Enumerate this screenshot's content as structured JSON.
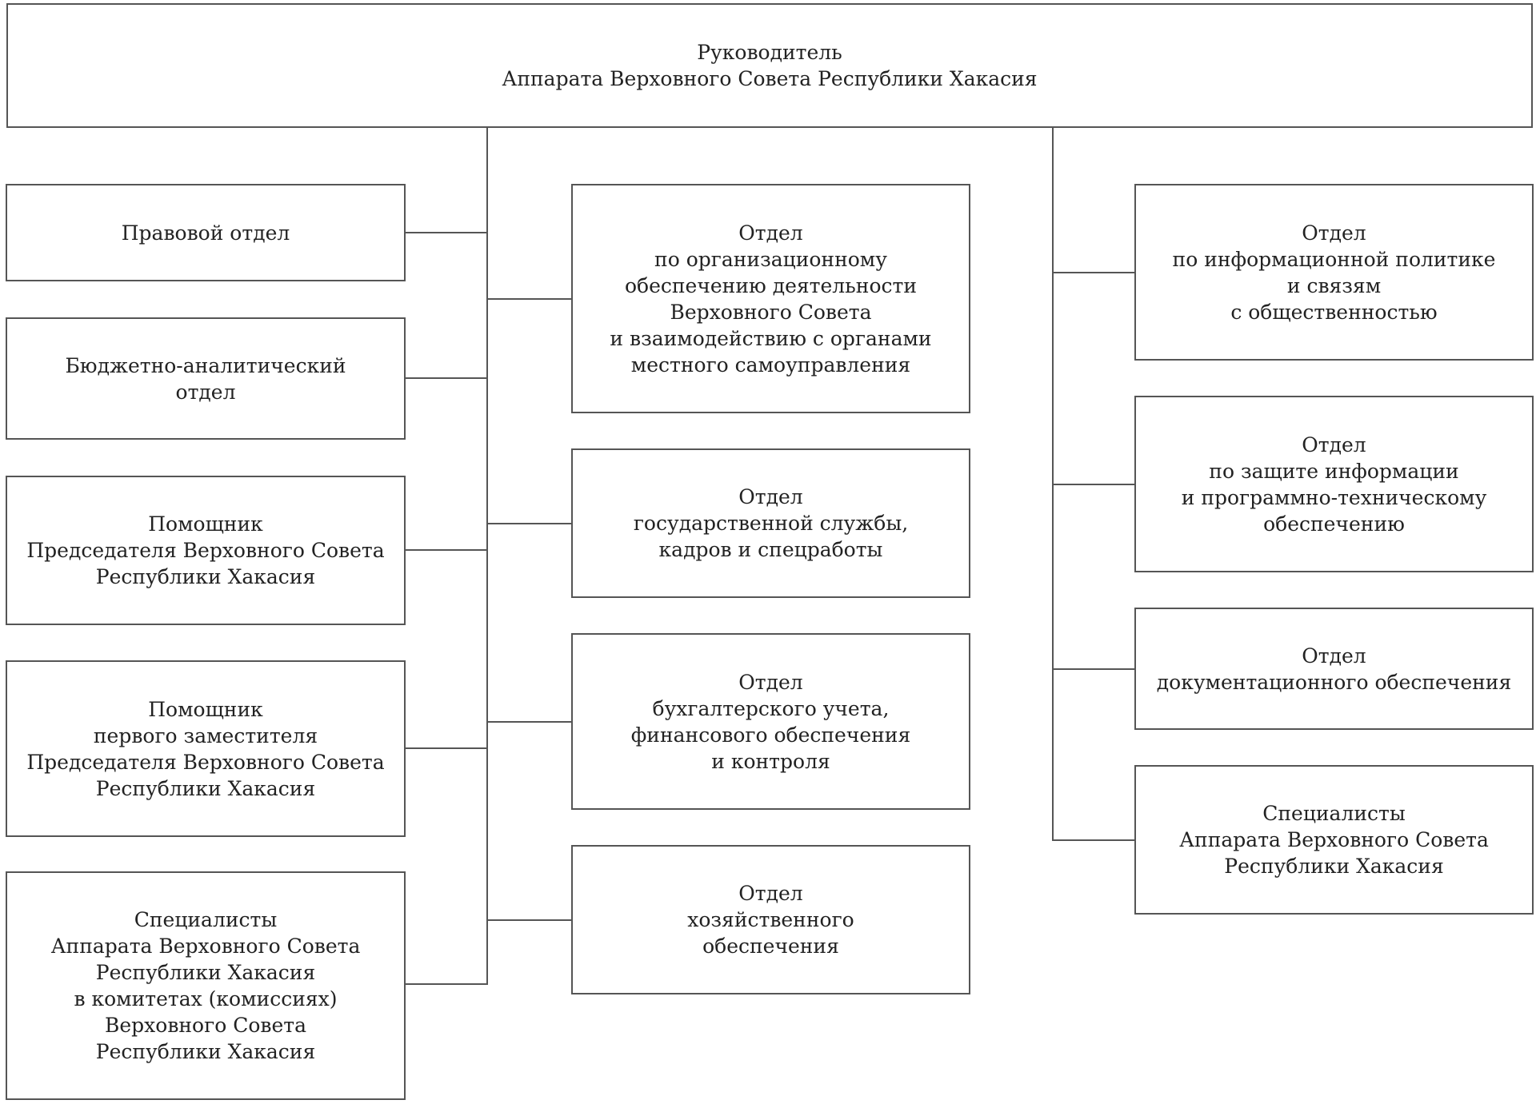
{
  "diagram": {
    "head": {
      "label": "Руководитель\nАппарата Верховного Совета Республики Хакасия"
    },
    "left_column": [
      {
        "label": "Правовой отдел"
      },
      {
        "label": "Бюджетно-аналитический\nотдел"
      },
      {
        "label": "Помощник\nПредседателя Верховного Совета\nРеспублики Хакасия"
      },
      {
        "label": "Помощник\nпервого заместителя\nПредседателя  Верховного Совета\nРеспублики Хакасия"
      },
      {
        "label": "Специалисты\nАппарата Верховного Совета\nРеспублики Хакасия\nв комитетах (комиссиях)\nВерховного Совета\nРеспублики Хакасия"
      }
    ],
    "middle_column": [
      {
        "label": "Отдел\nпо организационному\nобеспечению деятельности\nВерховного Совета\nи взаимодействию с органами\nместного самоуправления"
      },
      {
        "label": "Отдел\nгосударственной службы,\nкадров и спецработы"
      },
      {
        "label": "Отдел\nбухгалтерского учета,\nфинансового обеспечения\nи контроля"
      },
      {
        "label": "Отдел\nхозяйственного\nобеспечения"
      }
    ],
    "right_column": [
      {
        "label": "Отдел\nпо информационной политике\nи связям\nс общественностью"
      },
      {
        "label": "Отдел\nпо защите информации\nи программно-техническому\nобеспечению"
      },
      {
        "label": "Отдел\nдокументационного обеспечения"
      },
      {
        "label": "Специалисты\nАппарата Верховного Совета\nРеспублики Хакасия"
      }
    ]
  }
}
